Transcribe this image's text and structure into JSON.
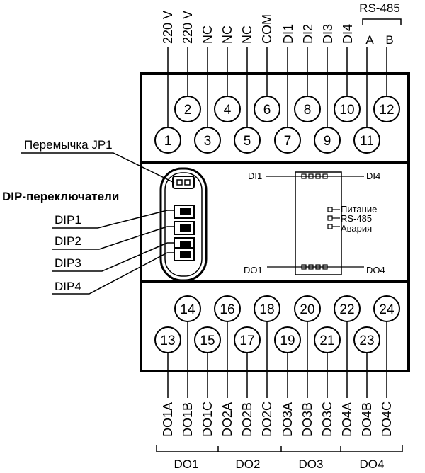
{
  "top_terminals": {
    "labels": [
      "220 V",
      "220 V",
      "NC",
      "NC",
      "NC",
      "COM",
      "DI1",
      "DI2",
      "DI3",
      "DI4",
      "A",
      "B"
    ],
    "rs485_title": "RS-485",
    "upper_row": [
      "2",
      "4",
      "6",
      "8",
      "10",
      "12"
    ],
    "lower_row": [
      "1",
      "3",
      "5",
      "7",
      "9",
      "11"
    ]
  },
  "jumper_label": "Перемычка JP1",
  "dip_title": "DIP-переключатели",
  "dip_labels": [
    "DIP1",
    "DIP2",
    "DIP3",
    "DIP4"
  ],
  "indicators": {
    "di_start": "DI1",
    "di_end": "DI4",
    "do_start": "DO1",
    "do_end": "DO4",
    "status": [
      "Питание",
      "RS-485",
      "Авария"
    ]
  },
  "bottom_terminals": {
    "upper_row": [
      "14",
      "16",
      "18",
      "20",
      "22",
      "24"
    ],
    "lower_row": [
      "13",
      "15",
      "17",
      "19",
      "21",
      "23"
    ],
    "labels": [
      "DO1A",
      "DO1B",
      "DO1C",
      "DO2A",
      "DO2B",
      "DO2C",
      "DO3A",
      "DO3B",
      "DO3C",
      "DO4A",
      "DO4B",
      "DO4C"
    ],
    "groups": [
      "DO1",
      "DO2",
      "DO3",
      "DO4"
    ]
  }
}
